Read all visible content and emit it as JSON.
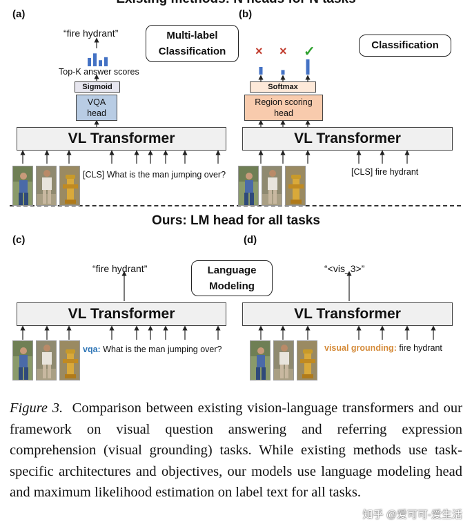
{
  "top_title": "Existing methods: N heads for N tasks",
  "panel_a": {
    "label": "(a)",
    "answer": "“fire hydrant”",
    "scores_label": "Top-K answer scores",
    "sigmoid": "Sigmoid",
    "head_line1": "VQA",
    "head_line2": "head",
    "transformer": "VL Transformer",
    "input_text": "[CLS] What is the man jumping over?"
  },
  "badge_multilabel_line1": "Multi-label",
  "badge_multilabel_line2": "Classification",
  "panel_b": {
    "label": "(b)",
    "badge": "Classification",
    "mark1": "×",
    "mark2": "×",
    "mark3": "✓",
    "softmax": "Softmax",
    "head_line1": "Region scoring",
    "head_line2": "head",
    "transformer": "VL Transformer",
    "input_text": "[CLS] fire hydrant"
  },
  "ours_title": "Ours: LM head for all tasks",
  "panel_c": {
    "label": "(c)",
    "answer": "“fire hydrant”",
    "transformer": "VL Transformer",
    "prefix": "vqa:",
    "input_text": "What is the man jumping over?"
  },
  "badge_lm_line1": "Language",
  "badge_lm_line2": "Modeling",
  "panel_d": {
    "label": "(d)",
    "answer": "“<vis_3>”",
    "transformer": "VL Transformer",
    "prefix": "visual grounding:",
    "input_text": "fire hydrant"
  },
  "caption": {
    "label": "Figure 3.",
    "text": "Comparison between existing vision-language transformers and our framework on visual question answering and referring expression comprehension (visual grounding) tasks. While existing methods use task-specific architectures and objectives, our models use language modeling head and maximum likelihood estimation on label text for all tasks."
  },
  "watermark": "知乎 @爱可可-爱生活",
  "colors": {
    "vqa_head": "#b8cce4",
    "region_head": "#f8cbad",
    "bar_blue": "#4472c4",
    "cross_red": "#c0392b",
    "check_green": "#2ca02c",
    "vqa_prefix": "#2e75b6",
    "grounding_prefix": "#d58b3a"
  },
  "figure_values": {
    "topk_scores": [
      0.55,
      0.85,
      0.4,
      0.6
    ],
    "region_scores": [
      0.5,
      0.3,
      1.0
    ]
  }
}
